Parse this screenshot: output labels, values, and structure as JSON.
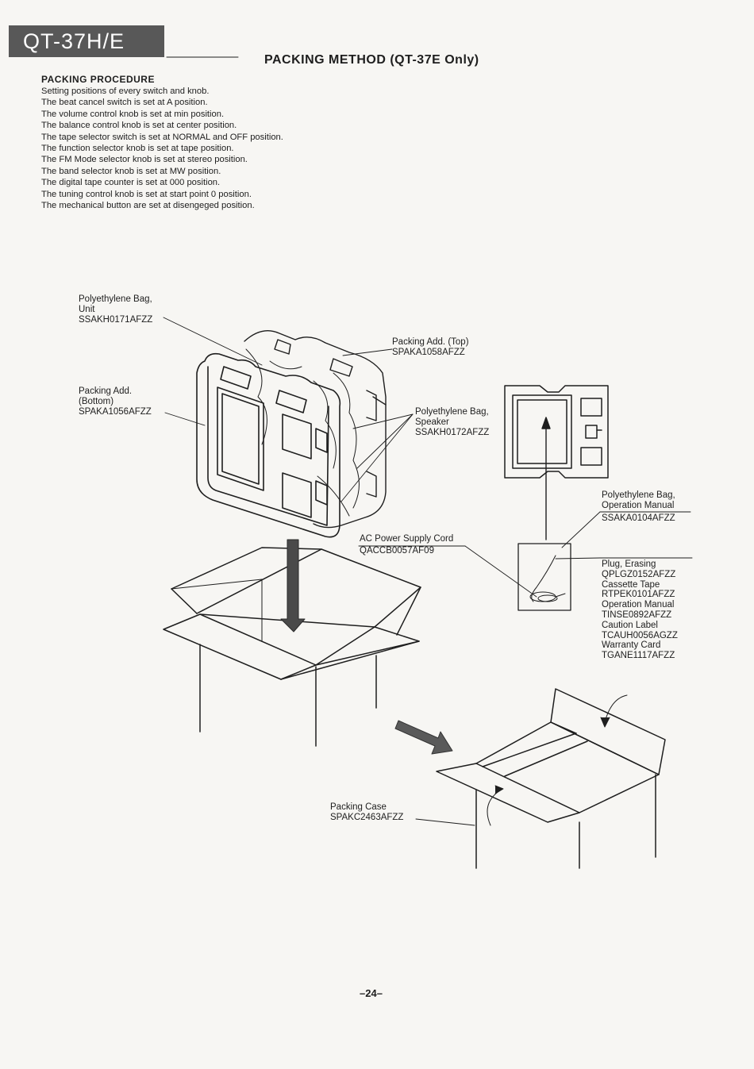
{
  "header": {
    "model": "QT-37H/E",
    "title": "PACKING METHOD (QT-37E Only)"
  },
  "procedure": {
    "heading": "PACKING PROCEDURE",
    "lines": [
      "Setting positions of every switch and knob.",
      "The beat cancel switch is set at A position.",
      "The volume control knob is set at min position.",
      "The balance control knob is set at center position.",
      "The tape selector switch is set at NORMAL and OFF position.",
      "The function selector knob is set at tape position.",
      "The FM Mode selector knob is set at stereo position.",
      "The band selector knob is set at MW position.",
      "The digital tape counter is set at 000 position.",
      "The tuning control knob is set at start point 0 position.",
      "The mechanical button are set at disengeged position."
    ]
  },
  "labels": {
    "bag_unit": [
      "Polyethylene Bag,",
      "Unit",
      "SSAKH0171AFZZ"
    ],
    "packing_bottom": [
      "Packing Add.",
      "(Bottom)",
      "SPAKA1056AFZZ"
    ],
    "packing_top": [
      "Packing Add. (Top)",
      "SPAKA1058AFZZ"
    ],
    "bag_speaker": [
      "Polyethylene Bag,",
      "Speaker",
      "SSAKH0172AFZZ"
    ],
    "bag_manual": [
      "Polyethylene Bag,",
      "Operation Manual",
      "SSAKA0104AFZZ"
    ],
    "ac_cord": [
      "AC Power Supply Cord",
      "QACCB0057AF09"
    ],
    "accessories": [
      "Plug, Erasing",
      "QPLGZ0152AFZZ",
      "Cassette Tape",
      "RTPEK0101AFZZ",
      "Operation Manual",
      "TINSE0892AFZZ",
      "Caution Label",
      "TCAUH0056AGZZ",
      "Warranty Card",
      "TGANE1117AFZZ"
    ],
    "packing_case": [
      "Packing Case",
      "SPAKC2463AFZZ"
    ]
  },
  "footer": {
    "page_number": "–24–"
  }
}
